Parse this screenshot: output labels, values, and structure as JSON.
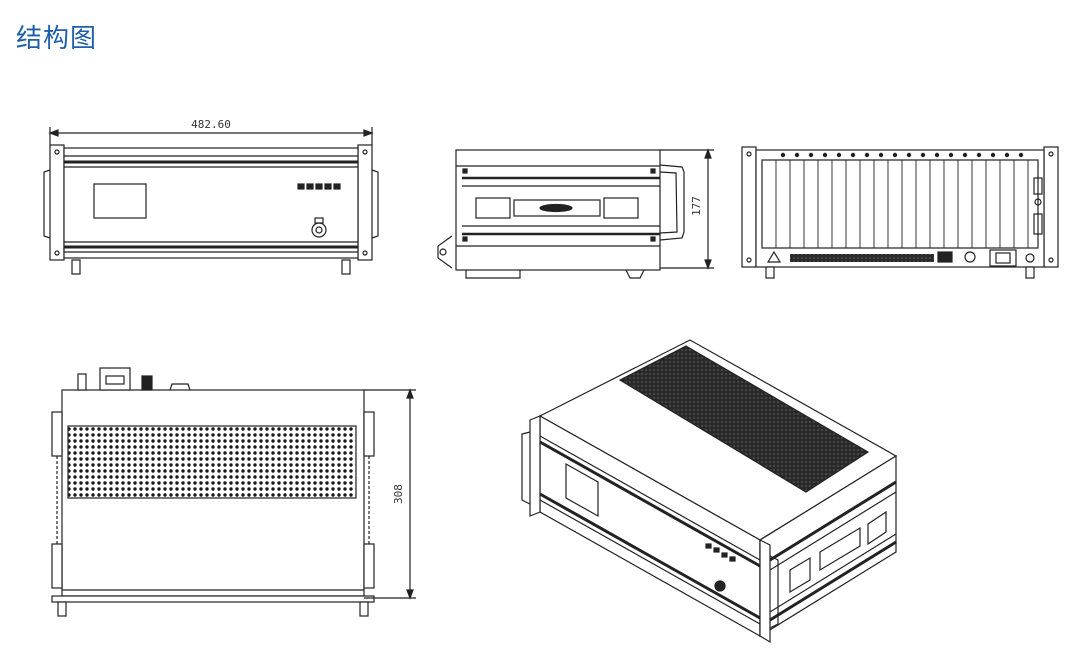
{
  "page": {
    "title": "结构图"
  },
  "views": {
    "front": {
      "dimension_width": "482.60"
    },
    "side": {
      "dimension_height": "177"
    },
    "top": {
      "dimension_depth": "308"
    }
  },
  "colors": {
    "title": "#1f5faa",
    "line": "#222222",
    "background": "#ffffff"
  }
}
